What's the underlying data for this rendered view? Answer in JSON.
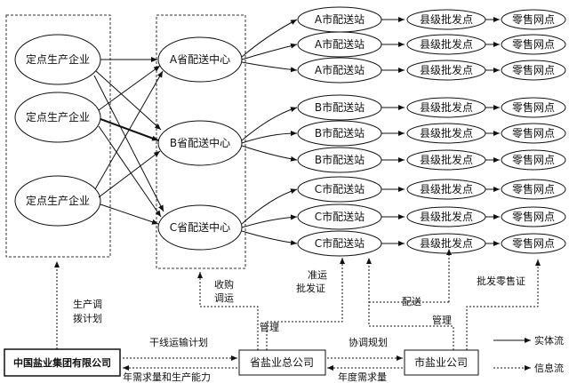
{
  "producers": [
    "定点生产企业",
    "定点生产企业",
    "定点生产企业"
  ],
  "provincial_centers": [
    "A省配送中心",
    "B省配送中心",
    "C省配送中心"
  ],
  "city_stations": [
    "A市配送站",
    "A市配送站",
    "A市配送站",
    "B市配送站",
    "B市配送站",
    "B市配送站",
    "C市配送站",
    "C市配送站",
    "C市配送站"
  ],
  "county_wholesale": [
    "县级批发点",
    "县级批发点",
    "县级批发点",
    "县级批发点",
    "县级批发点",
    "县级批发点",
    "县级批发点",
    "县级批发点",
    "县级批发点"
  ],
  "retail_outlets": [
    "零售网点",
    "零售网点",
    "零售网点",
    "零售网点",
    "零售网点",
    "零售网点",
    "零售网点",
    "零售网点",
    "零售网点"
  ],
  "bottom_boxes": {
    "group": "中国盐业集团有限公司",
    "provincial_company": "省盐业总公司",
    "city_company": "市盐业公司"
  },
  "labels": {
    "production_plan": [
      "生产调",
      "拨计划"
    ],
    "purchase_dispatch": [
      "收购",
      "调运"
    ],
    "approve_wholesale": [
      "准运",
      "批发证"
    ],
    "distribute": "配送",
    "retail_license": "批发零售证",
    "manage_left": "管理",
    "manage_right": "管理",
    "trunk_plan": "干线运输计划",
    "coordinate_plan": "协调规划",
    "demand_capacity": "年需求量和生产能力",
    "annual_demand": "年度需求量"
  },
  "legend": {
    "physical_flow": "实体流",
    "info_flow": "信息流"
  }
}
